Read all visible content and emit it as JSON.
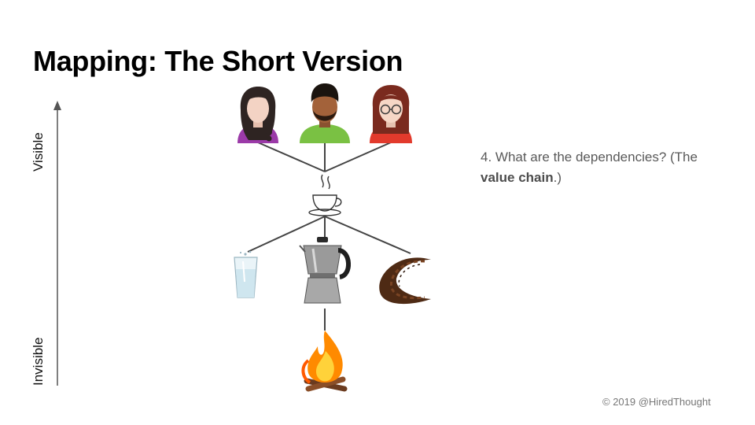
{
  "slide": {
    "title": "Mapping: The Short Version",
    "axis": {
      "top_label": "Visible",
      "bottom_label": "Invisible"
    },
    "caption": {
      "prefix": "4. What are the dependencies? (The ",
      "bold": "value chain",
      "suffix": ".)"
    },
    "footer": "© 2019 @HiredThought"
  },
  "diagram": {
    "nodes": [
      {
        "id": "user-1",
        "icon": "woman-braid-icon",
        "shirt": "#9b3aa8",
        "hair": "#2e2422",
        "skin": "#f3d3c4"
      },
      {
        "id": "user-2",
        "icon": "man-beard-icon",
        "shirt": "#7ac143",
        "hair": "#1b140f",
        "skin": "#a3623a"
      },
      {
        "id": "user-3",
        "icon": "woman-glasses-icon",
        "shirt": "#e23a2c",
        "hair": "#7a2a1e",
        "skin": "#f6d7c6"
      },
      {
        "id": "cup",
        "icon": "coffee-cup-icon"
      },
      {
        "id": "water",
        "icon": "water-glass-icon"
      },
      {
        "id": "moka-pot",
        "icon": "moka-pot-icon"
      },
      {
        "id": "beans",
        "icon": "coffee-beans-icon"
      },
      {
        "id": "fire",
        "icon": "campfire-icon"
      }
    ],
    "links": [
      [
        "user-1",
        "cup"
      ],
      [
        "user-2",
        "cup"
      ],
      [
        "user-3",
        "cup"
      ],
      [
        "cup",
        "water"
      ],
      [
        "cup",
        "moka-pot"
      ],
      [
        "cup",
        "beans"
      ],
      [
        "moka-pot",
        "fire"
      ]
    ]
  }
}
